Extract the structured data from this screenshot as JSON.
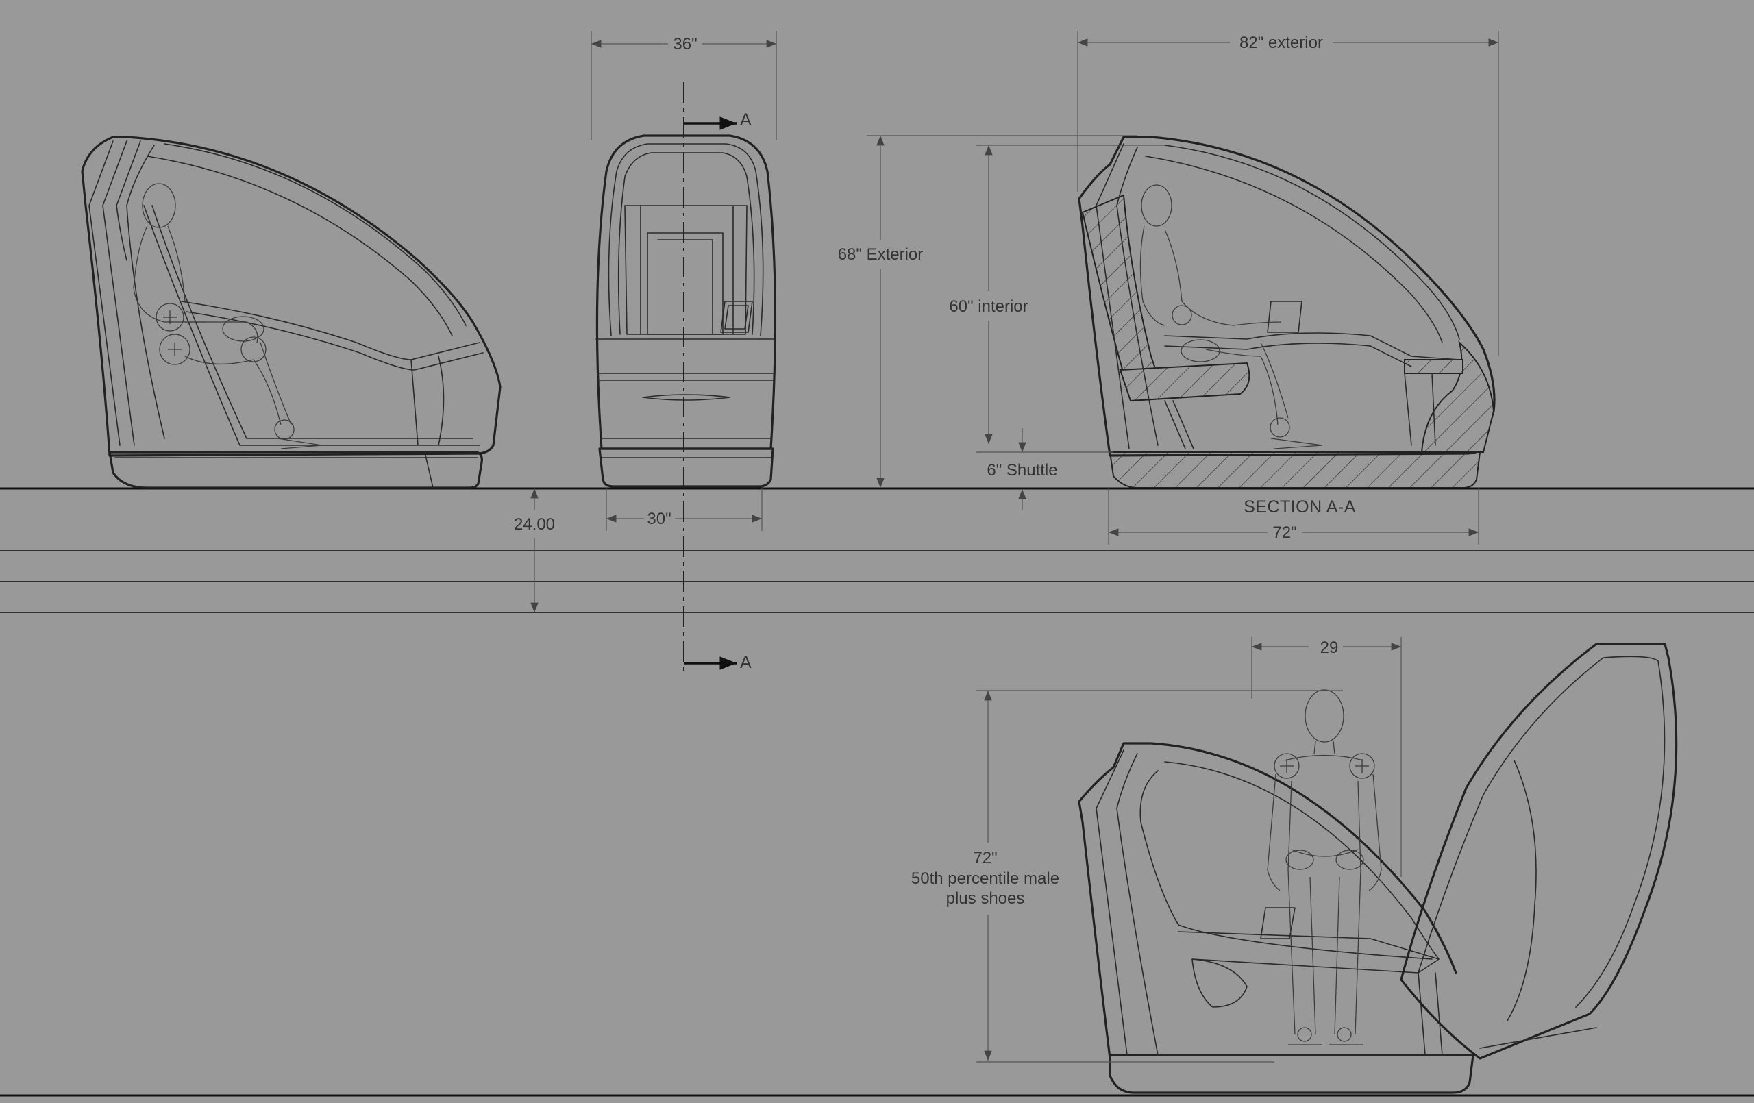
{
  "drawing": {
    "colors": {
      "background": "#999999",
      "line": "#222222",
      "dimension": "#555555"
    },
    "dimensions": {
      "front_width": "36\"",
      "exterior_length": "82\" exterior",
      "exterior_height": "68\" Exterior",
      "interior_height": "60\" interior",
      "shuttle_height": "6\" Shuttle",
      "rail_height": "24.00",
      "base_width": "30\"",
      "section_length": "72\"",
      "door_clearance": "29",
      "figure_height": "72\"",
      "figure_note_line1": "50th percentile male",
      "figure_note_line2": "plus shoes"
    },
    "section": {
      "marker_top": "A",
      "marker_bottom": "A",
      "title": "SECTION A-A"
    }
  }
}
